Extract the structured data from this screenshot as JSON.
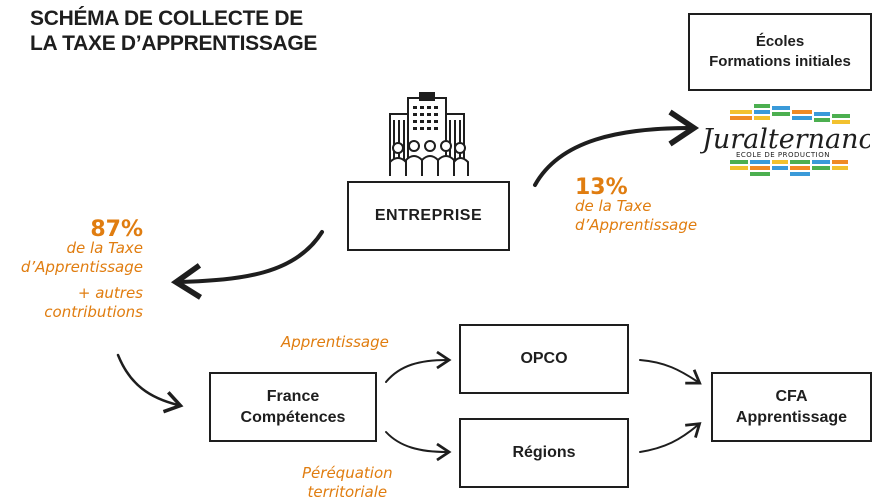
{
  "title": {
    "line1": "SCHÉMA DE COLLECTE DE",
    "line2": "LA TAXE D’APPRENTISSAGE"
  },
  "nodes": {
    "ecoles": {
      "line1": "Écoles",
      "line2": "Formations initiales"
    },
    "entreprise": "ENTREPRISE",
    "france_competences": {
      "line1": "France",
      "line2": "Compétences"
    },
    "opco": "OPCO",
    "regions": "Régions",
    "cfa": {
      "line1": "CFA",
      "line2": "Apprentissage"
    }
  },
  "logo": {
    "name": "Juralternance",
    "tagline": "ECOLE DE PRODUCTION"
  },
  "labels": {
    "pct_13": "13%",
    "pct_13_line1": "de la Taxe",
    "pct_13_line2": "d’Apprentissage",
    "pct_87": "87%",
    "pct_87_line1": "de la Taxe",
    "pct_87_line2": "d’Apprentissage",
    "autres_line1": "+ autres",
    "autres_line2": "contributions",
    "apprentissage": "Apprentissage",
    "perequation_line1": "Péréquation",
    "perequation_line2": "territoriale"
  },
  "icons": [
    "building-people-icon",
    "juralternance-logo"
  ],
  "colors": {
    "accent": "#e07d10",
    "ink": "#1e1e1e",
    "logo_blue": "#3a9ad9",
    "logo_green": "#4caf50",
    "logo_yellow": "#f2c12e",
    "logo_orange": "#f08a24"
  }
}
